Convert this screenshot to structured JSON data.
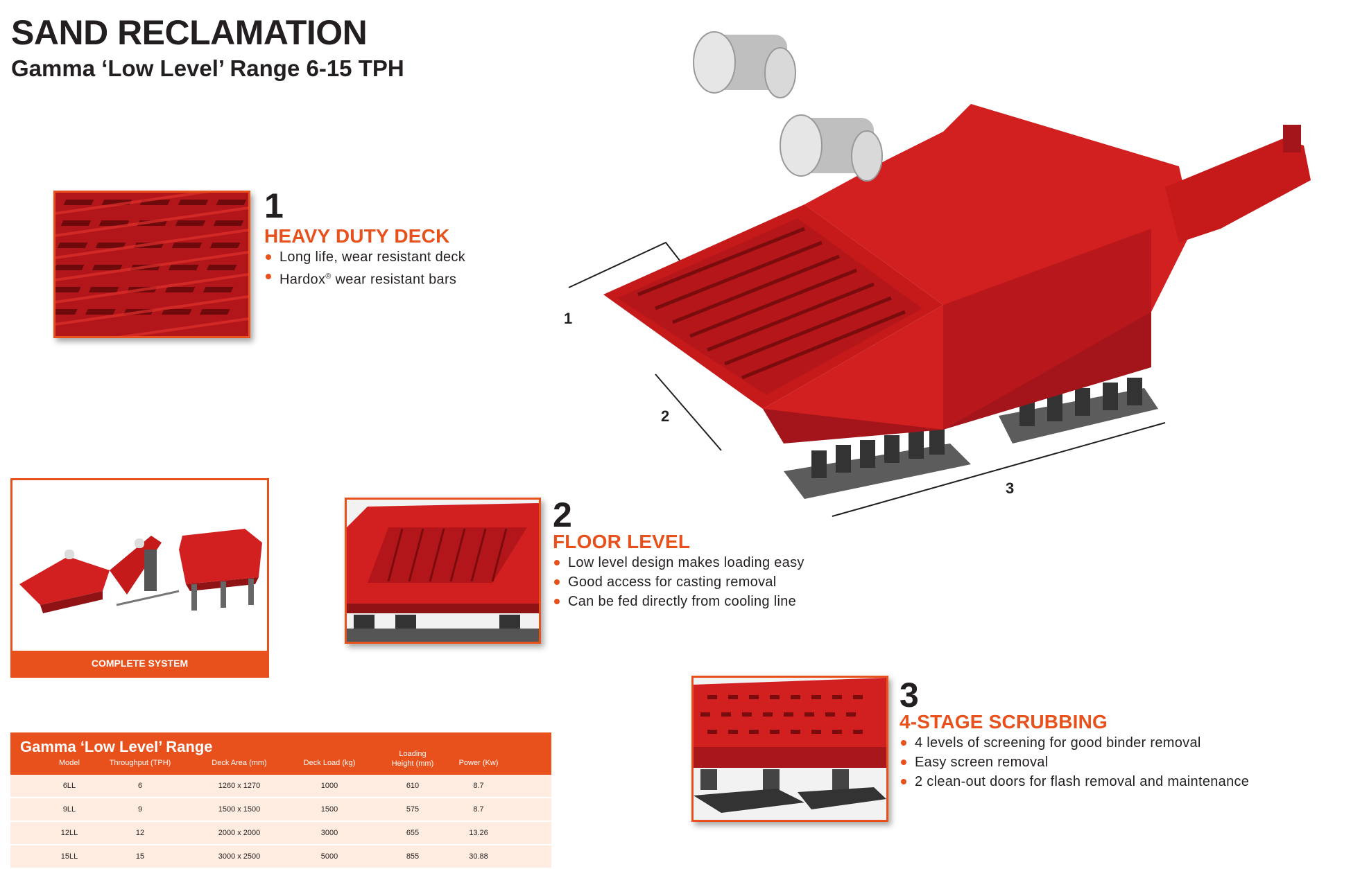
{
  "header": {
    "title": "SAND RECLAMATION",
    "subtitle": "Gamma ‘Low Level’ Range 6-15 TPH"
  },
  "features": [
    {
      "number": "1",
      "title": "HEAVY DUTY DECK",
      "bullets": [
        "Long life, wear resistant deck",
        "wear resistant bars"
      ],
      "bullet_brand": "Hardox",
      "bullet_brand_mark": "®"
    },
    {
      "number": "2",
      "title": "FLOOR LEVEL",
      "bullets": [
        "Low level design makes loading easy",
        "Good access for casting removal",
        "Can be fed directly from cooling line"
      ]
    },
    {
      "number": "3",
      "title": "4-STAGE SCRUBBING",
      "bullets": [
        "4 levels of screening for good binder removal",
        "Easy screen removal",
        "2 clean-out doors for flash removal and maintenance"
      ]
    }
  ],
  "machine_dimension_labels": [
    "1",
    "2",
    "3"
  ],
  "system_caption": "COMPLETE SYSTEM",
  "table": {
    "title": "Gamma ‘Low Level’ Range",
    "columns": [
      "Model",
      "Throughput (TPH)",
      "Deck Area (mm)",
      "Deck Load (kg)",
      "Loading Height (mm)",
      "Power (Kw)"
    ],
    "column_loading_line1": "Loading",
    "column_loading_line2": "Height (mm)",
    "rows": [
      [
        "6LL",
        "6",
        "1260 x 1270",
        "1000",
        "610",
        "8.7"
      ],
      [
        "9LL",
        "9",
        "1500 x 1500",
        "1500",
        "575",
        "8.7"
      ],
      [
        "12LL",
        "12",
        "2000 x 2000",
        "3000",
        "655",
        "13.26"
      ],
      [
        "15LL",
        "15",
        "3000 x 2500",
        "5000",
        "855",
        "30.88"
      ]
    ]
  },
  "colors": {
    "accent": "#e8501c",
    "machine_red": "#d21f1f",
    "text": "#231f20"
  }
}
